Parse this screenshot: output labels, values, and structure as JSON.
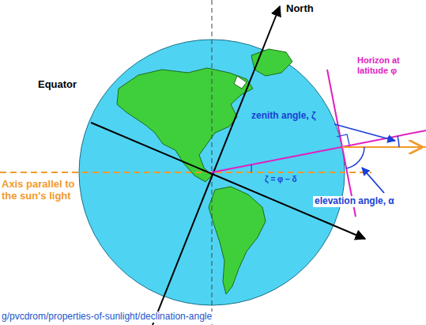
{
  "diagram": {
    "labels": [
      "North",
      "Equator",
      "Horizon at latitude φ",
      "zenith angle, ζ",
      "ζ = φ − δ",
      "elevation angle, α",
      "Axis parallel to the sun's light",
      "g/pvcdrom/properties-of-sunlight/declination-angle"
    ]
  }
}
